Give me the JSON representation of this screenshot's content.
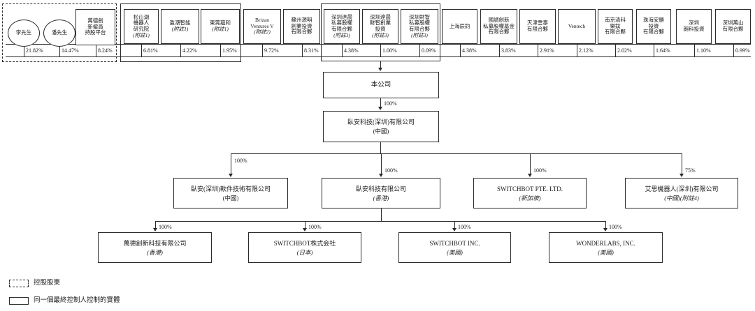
{
  "chart": {
    "type": "shareholding-structure-diagram",
    "colors": {
      "line": "#2b2b2b",
      "background": "#ffffff",
      "text": "#1a1a1a"
    },
    "shareholders": [
      {
        "lines": [
          "李先生"
        ],
        "pct": "21.82%",
        "shape": "ellipse",
        "group": "dashed"
      },
      {
        "lines": [
          "潘先生"
        ],
        "pct": "14.47%",
        "shape": "ellipse",
        "group": "dashed"
      },
      {
        "lines": [
          "萬德創",
          "新僱員",
          "持股平台"
        ],
        "pct": "8.24%",
        "shape": "rect",
        "group": "dashed"
      },
      {
        "lines": [
          "松山湖",
          "機器人",
          "研究院",
          "(附註1)"
        ],
        "pct": "6.81%",
        "shape": "rect",
        "group": "solid1"
      },
      {
        "lines": [
          "盈潮智能",
          "(附註1)"
        ],
        "pct": "4.22%",
        "shape": "rect",
        "group": "solid1"
      },
      {
        "lines": [
          "東莞蘊和",
          "(附註1)"
        ],
        "pct": "1.95%",
        "shape": "rect",
        "group": "solid1"
      },
      {
        "lines": [
          "Brizan",
          "Ventures V",
          "(附註2)"
        ],
        "pct": "9.72%",
        "shape": "rect",
        "group": null
      },
      {
        "lines": [
          "蘇州源明",
          "創業投資",
          "有限合夥"
        ],
        "pct": "8.31%",
        "shape": "rect",
        "group": null
      },
      {
        "lines": [
          "深圳達晨",
          "私募股權",
          "有限合夥",
          "(附註3)"
        ],
        "pct": "4.38%",
        "shape": "rect",
        "group": "solid2"
      },
      {
        "lines": [
          "深圳達晨",
          "財智創業",
          "投資",
          "(附註3)"
        ],
        "pct": "1.00%",
        "shape": "rect",
        "group": "solid2"
      },
      {
        "lines": [
          "深圳財智",
          "私募股權",
          "有限合夥",
          "(附註3)"
        ],
        "pct": "0.09%",
        "shape": "rect",
        "group": "solid2"
      },
      {
        "lines": [
          "上海辰鈞"
        ],
        "pct": "4.38%",
        "shape": "rect",
        "group": null
      },
      {
        "lines": [
          "國調創新",
          "私募股權基金",
          "有限合夥"
        ],
        "pct": "3.83%",
        "shape": "rect",
        "group": null
      },
      {
        "lines": [
          "天津雲泰",
          "有限合夥"
        ],
        "pct": "2.91%",
        "shape": "rect",
        "group": null
      },
      {
        "lines": [
          "Ventech"
        ],
        "pct": "2.12%",
        "shape": "rect",
        "group": null
      },
      {
        "lines": [
          "南京清科",
          "樂鈦",
          "有限合夥"
        ],
        "pct": "2.02%",
        "shape": "rect",
        "group": null
      },
      {
        "lines": [
          "珠海安勝",
          "投資",
          "有限合夥"
        ],
        "pct": "1.64%",
        "shape": "rect",
        "group": null
      },
      {
        "lines": [
          "深圳",
          "朗科投資"
        ],
        "pct": "1.10%",
        "shape": "rect",
        "group": null
      },
      {
        "lines": [
          "深圳萬山",
          "有限合夥"
        ],
        "pct": "0.99%",
        "shape": "rect",
        "group": null
      }
    ],
    "company": {
      "name": "本公司"
    },
    "links": {
      "company_to_parent": "100%"
    },
    "parent": {
      "name": "臥安科技(深圳)有限公司",
      "sub": "(中國)"
    },
    "tier2": [
      {
        "name": "臥安(深圳)軟件技術有限公司",
        "sub": "(中國)",
        "pct": "100%"
      },
      {
        "name": "臥安科技有限公司",
        "sub": "(香港)",
        "pct": "100%"
      },
      {
        "name": "SWITCHBOT PTE. LTD.",
        "sub": "(新加坡)",
        "pct": "100%"
      },
      {
        "name": "艾思機器人(深圳)有限公司",
        "sub": "(中國)(附註4)",
        "pct": "75%"
      }
    ],
    "tier3": [
      {
        "name": "萬德創新科技有限公司",
        "sub": "(香港)",
        "pct": "100%"
      },
      {
        "name": "SWITCHBOT株式会社",
        "sub": "(日本)",
        "pct": "100%"
      },
      {
        "name": "SWITCHBOT INC.",
        "sub": "(美國)",
        "pct": "100%"
      },
      {
        "name": "WONDERLABS, INC.",
        "sub": "(美國)",
        "pct": "100%"
      }
    ],
    "legend": [
      {
        "style": "dashed",
        "label": "控股股東"
      },
      {
        "style": "solid",
        "label": "同一個最終控制人控制的實體"
      }
    ]
  }
}
